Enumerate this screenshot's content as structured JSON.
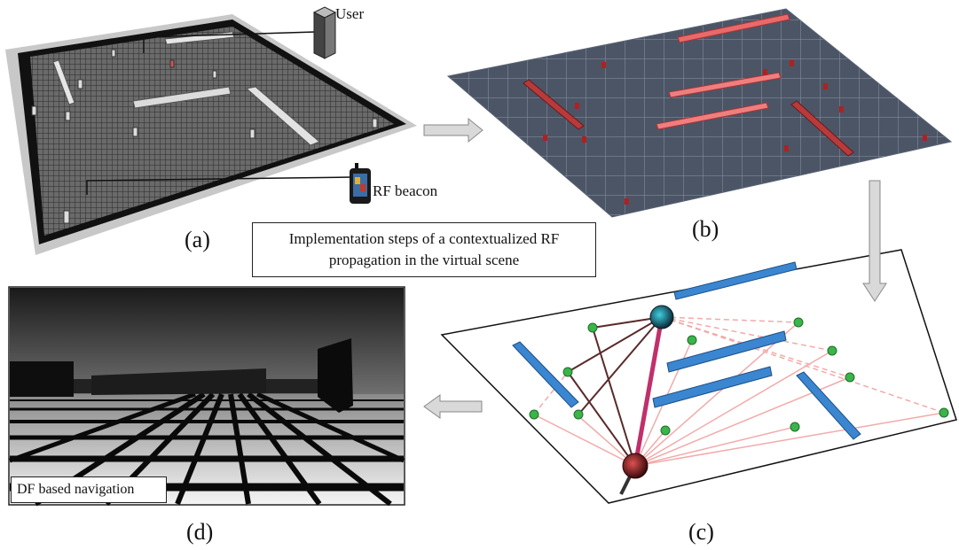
{
  "panels": {
    "a": {
      "label": "(a)",
      "user_label": "User",
      "beacon_label": "RF beacon"
    },
    "b": {
      "label": "(b)"
    },
    "c": {
      "label": "(c)"
    },
    "d": {
      "label": "(d)",
      "caption": "DF based navigation"
    }
  },
  "center_caption": "Implementation steps of a contextualized RF propagation in the virtual scene",
  "colors": {
    "scene_a_floor": "#5a5a5a",
    "scene_a_border": "#111111",
    "scene_b_floor": "#4a5568",
    "scene_b_walls": "#e05050",
    "scene_c_walls": "#3b86d1",
    "scene_c_nodes": "#39b54a",
    "arrow_fill": "#d9d9d9"
  },
  "icons": [
    "user-figure-icon",
    "rf-beacon-device-icon",
    "flow-arrow-icon"
  ]
}
